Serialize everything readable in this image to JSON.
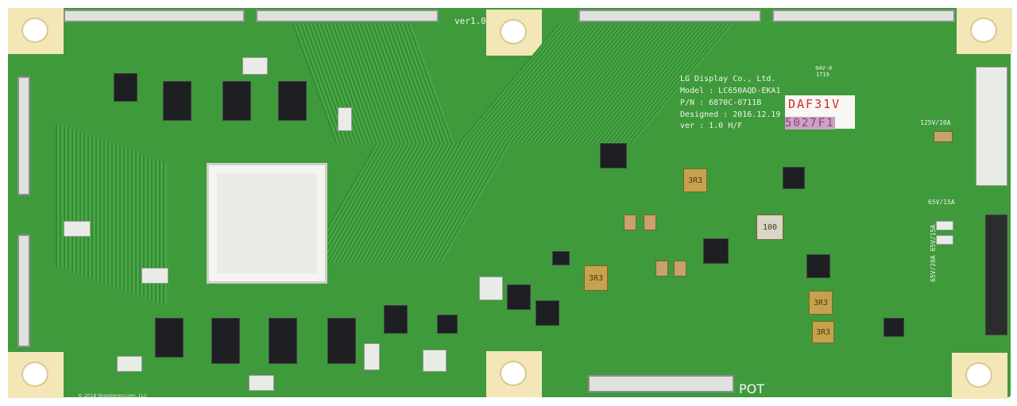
{
  "board": {
    "version_mark": "ver1.0",
    "manufacturer": "LG Display Co., Ltd.",
    "model": "Model : LC650AQD-EKA1",
    "part_number": "P/N : 6870C-0711B",
    "designed": "Designed : 2016.12.19",
    "revision": "ver : 1.0 H/F",
    "ul_mark": "94V-0",
    "date_code": "1719",
    "sticker_code_red": "DAF31V",
    "sticker_code_purple": "5027F1",
    "fuse_rating_1": "125V/10A",
    "fuse_rating_2": "65V/15A",
    "fuse_rating_3": "65V/20A 65V/15A",
    "inductor_1": "3R3",
    "inductor_2": "100",
    "inductor_3": "3R3",
    "inductor_4": "3R3",
    "inductor_5": "3R3",
    "handwritten_pot": "POT",
    "copyright": "© 2018 ShopJimmy.com, LLC",
    "colors": {
      "pcb": "#3f9a3c",
      "pad": "#f3e7b8",
      "sticker_red": "#d42a2a"
    }
  }
}
